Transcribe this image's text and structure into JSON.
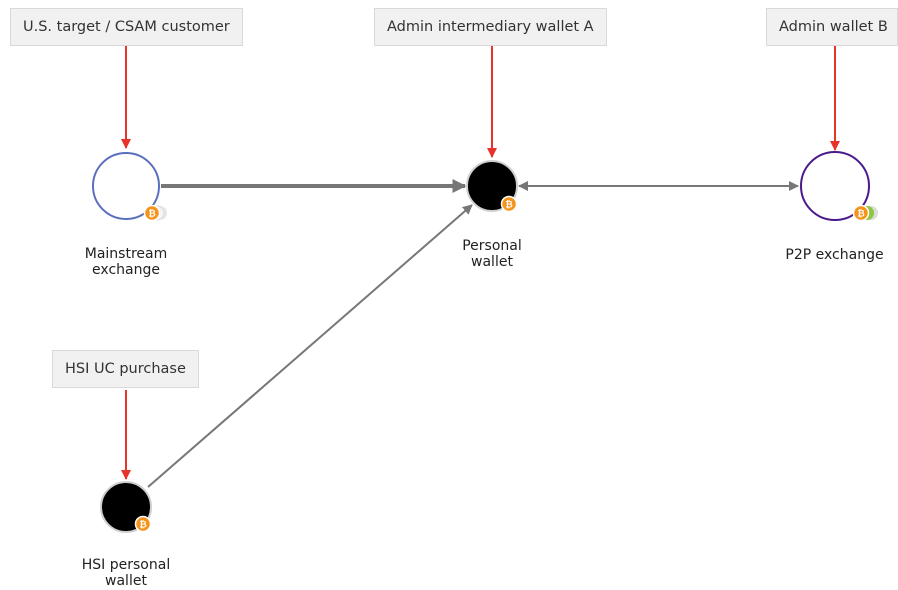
{
  "colors": {
    "annotation_arrow": "#e8332a",
    "flow_edge": "#777777",
    "exchange_ring": "#5b6fbf",
    "p2p_ring": "#4a1a8c",
    "wallet_fill": "#000000",
    "bitcoin_badge": "#f7931a",
    "tag_bg": "#f1f1f1"
  },
  "annotations": {
    "us_target": "U.S. target / CSAM customer",
    "admin_a": "Admin intermediary wallet A",
    "admin_b": "Admin wallet B",
    "hsi_uc": "HSI UC purchase"
  },
  "nodes": {
    "mainstream": {
      "label": "Mainstream\nexchange",
      "icon": "bitcoin-badge"
    },
    "personal": {
      "label": "Personal\nwallet",
      "icon": "bitcoin-badge"
    },
    "p2p": {
      "label": "P2P exchange",
      "icon": "bitcoin-badge"
    },
    "hsi": {
      "label": "HSI personal\nwallet",
      "icon": "bitcoin-badge"
    }
  },
  "edges": [
    {
      "from": "mainstream",
      "to": "personal",
      "direction": "one-way",
      "weight": "heavy"
    },
    {
      "from": "personal",
      "to": "p2p",
      "direction": "two-way",
      "weight": "normal"
    },
    {
      "from": "hsi",
      "to": "personal",
      "direction": "one-way",
      "weight": "normal"
    }
  ]
}
